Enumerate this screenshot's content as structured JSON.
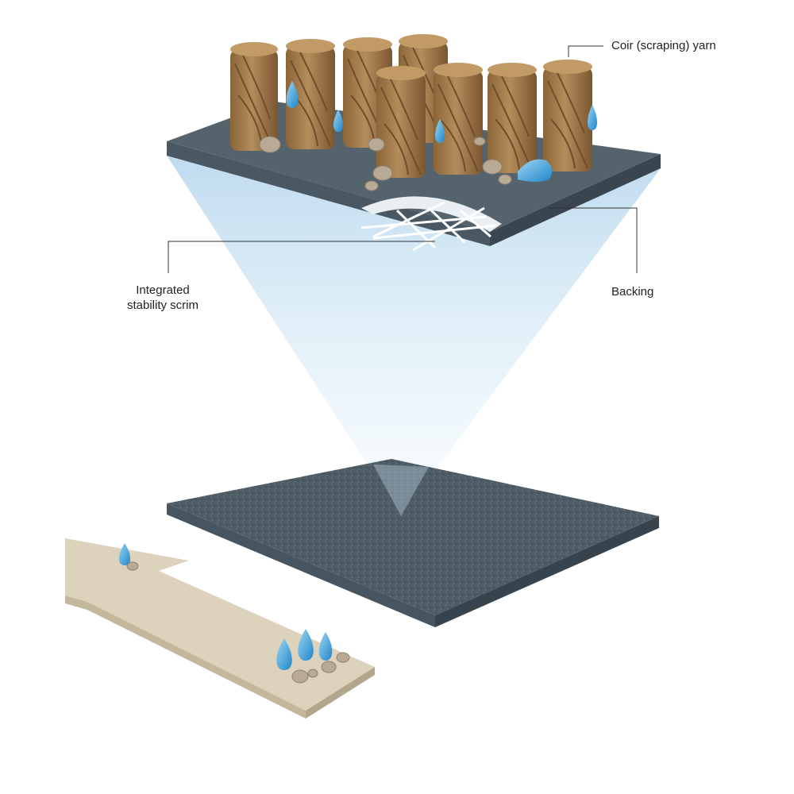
{
  "labels": {
    "coir_yarn": "Coir (scraping) yarn",
    "scrim_line1": "Integrated",
    "scrim_line2": "stability scrim",
    "backing": "Backing"
  },
  "colors": {
    "backing_top": "#55636d",
    "backing_side": "#3d4a53",
    "yarn": "#a8814f",
    "water": "#38a6df",
    "arrow": "#ddd3bd",
    "light_cone": "#cfe6f5",
    "pebble": "#b8aa94"
  }
}
